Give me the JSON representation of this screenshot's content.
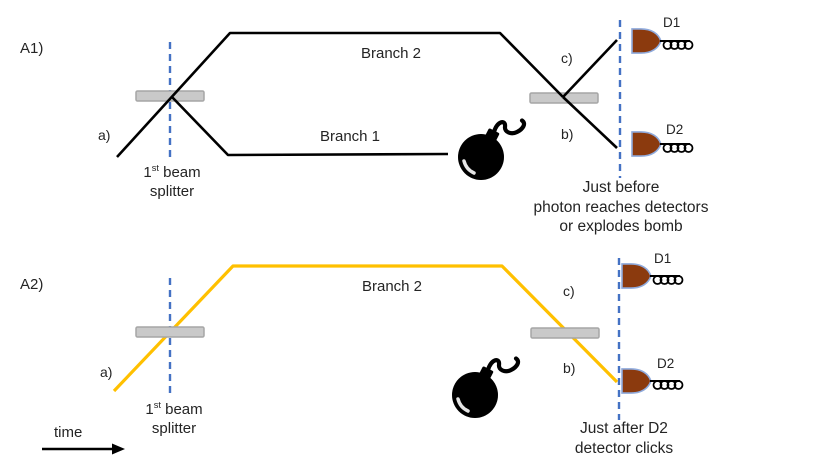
{
  "colors": {
    "photon_path_yellow": "#FFC000",
    "dashed_marker_blue": "#4472C4",
    "beam_splitter_fill": "#C9C9C9",
    "beam_splitter_border": "#A6A6A6",
    "detector_fill": "#8B3A0E",
    "detector_border": "#8FAADC",
    "beam_line_black": "#000000"
  },
  "icons": {
    "bomb": "bomb-icon",
    "detector": "detector-icon",
    "coil": "coil-icon",
    "beam_splitter": "beam-splitter",
    "dashed_marker": "dashed-time-marker",
    "time_arrow": "time-arrow-icon"
  },
  "panel_a1": {
    "label": "A1)",
    "input_label": "a)",
    "branch2_label": "Branch 2",
    "branch1_label": "Branch 1",
    "splitter_caption": {
      "num": "1",
      "sup": "st",
      "rest": " beam",
      "line2": "splitter"
    },
    "port_c_label": "c)",
    "port_b_label": "b)",
    "detector1_label": "D1",
    "detector2_label": "D2",
    "caption_lines": [
      "Just before",
      "photon reaches detectors",
      "or explodes bomb"
    ]
  },
  "panel_a2": {
    "label": "A2)",
    "input_label": "a)",
    "branch2_label": "Branch 2",
    "splitter_caption": {
      "num": "1",
      "sup": "st",
      "rest": " beam",
      "line2": "splitter"
    },
    "port_c_label": "c)",
    "port_b_label": "b)",
    "detector1_label": "D1",
    "detector2_label": "D2",
    "caption_lines": [
      "Just after D2",
      "detector clicks"
    ]
  },
  "time_axis": {
    "label": "time"
  }
}
